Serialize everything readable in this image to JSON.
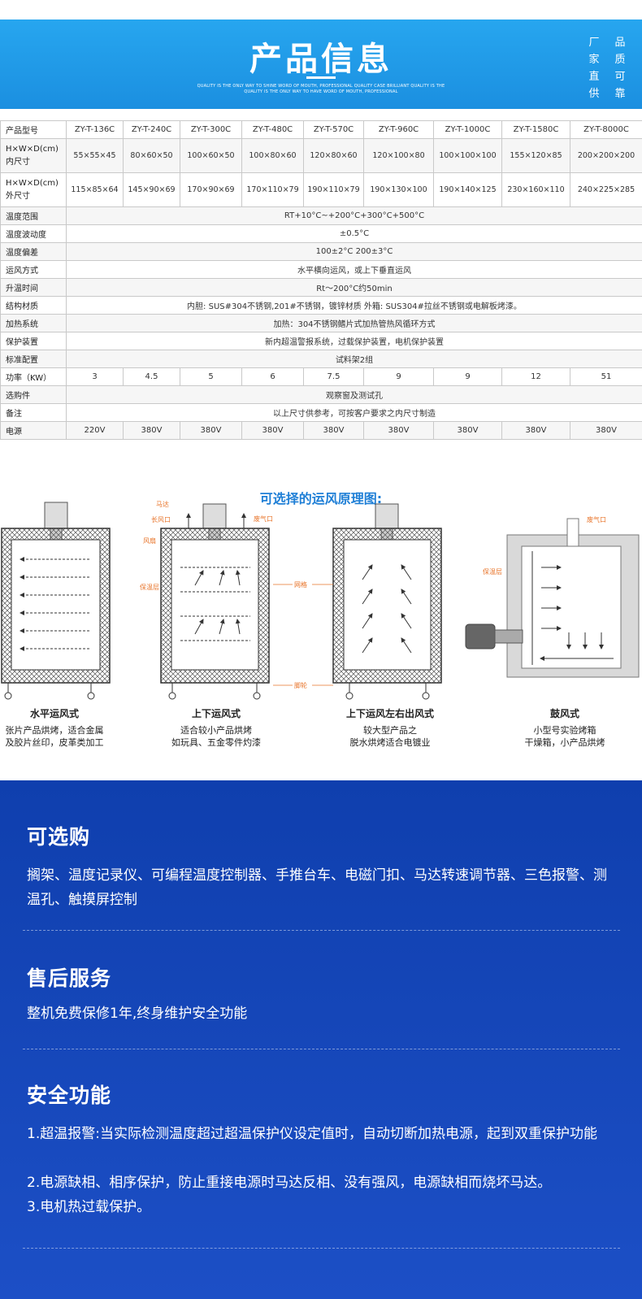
{
  "banner": {
    "title": "产品信息",
    "sub1": "QUALITY IS THE ONLY WAY TO SHINE WORD OF MOUTH, PROFESSIONAL QUALITY CASE BRILLIANT QUALITY IS THE",
    "sub2": "QUALITY IS THE ONLY WAY TO HAVE WORD OF MOUTH, PROFESSIONAL",
    "side_col1": [
      "厂",
      "家",
      "直",
      "供"
    ],
    "side_col2": [
      "品",
      "质",
      "可",
      "靠"
    ]
  },
  "spec": {
    "model_label": "产品型号",
    "models": [
      "ZY-T-136C",
      "ZY-T-240C",
      "ZY-T-300C",
      "ZY-T-480C",
      "ZY-T-570C",
      "ZY-T-960C",
      "ZY-T-1000C",
      "ZY-T-1580C",
      "ZY-T-8000C"
    ],
    "inner_label": "H×W×D(cm)\n内尺寸",
    "inner": [
      "55×55×45",
      "80×60×50",
      "100×60×50",
      "100×80×60",
      "120×80×60",
      "120×100×80",
      "100×100×100",
      "155×120×85",
      "200×200×200"
    ],
    "outer_label": "H×W×D(cm)\n外尺寸",
    "outer": [
      "115×85×64",
      "145×90×69",
      "170×90×69",
      "170×110×79",
      "190×110×79",
      "190×130×100",
      "190×140×125",
      "230×160×110",
      "240×225×285"
    ],
    "rows": [
      {
        "label": "温度范围",
        "value": "RT+10°C~+200°C+300°C+500°C"
      },
      {
        "label": "温度波动度",
        "value": "±0.5°C"
      },
      {
        "label": "温度偏差",
        "value": "100±2°C   200±3°C"
      },
      {
        "label": "运风方式",
        "value": "水平横向运风，或上下垂直运风"
      },
      {
        "label": "升温时间",
        "value": "Rt～200°C约50min"
      },
      {
        "label": "结构材质",
        "value": "内胆: SUS#304不锈钢,201#不锈钢，镀锌材质      外箱: SUS304#拉丝不锈钢或电解板烤漆。"
      },
      {
        "label": "加热系统",
        "value": "加热：304不锈钢鳍片式加热管热风循环方式"
      },
      {
        "label": "保护装置",
        "value": "新内超温警报系统，过载保护装置，电机保护装置"
      },
      {
        "label": "标准配置",
        "value": "试料架2组"
      }
    ],
    "power_label": "功率（KW）",
    "power": [
      "3",
      "4.5",
      "5",
      "6",
      "7.5",
      "9",
      "9",
      "12",
      "51"
    ],
    "rows2": [
      {
        "label": "选购件",
        "value": "观察窗及测试孔"
      },
      {
        "label": "备注",
        "value": "以上尺寸供参考，可按客户要求之内尺寸制造"
      }
    ],
    "voltage_label": "电源",
    "voltage": [
      "220V",
      "380V",
      "380V",
      "380V",
      "380V",
      "380V",
      "380V",
      "380V",
      "380V"
    ]
  },
  "diagram": {
    "title": "可选择的运风原理图:",
    "labels": {
      "motor": "马达",
      "long_port": "长风口",
      "exhaust": "废气口",
      "fan": "风扇",
      "insulation": "保温层",
      "mesh": "网格",
      "wheel": "脚轮",
      "exhaust2": "废气口",
      "insulation2": "保温层"
    },
    "captions": [
      {
        "title": "水平运风式",
        "line1": "张片产品烘烤，适合金属",
        "line2": "及胶片丝印，皮革类加工"
      },
      {
        "title": "上下运风式",
        "line1": "适合较小产品烘烤",
        "line2": "如玩具、五金零件灼漆"
      },
      {
        "title": "上下运风左右出风式",
        "line1": "较大型产品之",
        "line2": "脱水烘烤适合电镀业"
      },
      {
        "title": "鼓风式",
        "line1": "小型号实验烤箱",
        "line2": "干燥箱，小产品烘烤"
      }
    ]
  },
  "info": {
    "optional_title": "可选购",
    "optional_text": "搁架、温度记录仪、可编程温度控制器、手推台车、电磁门扣、马达转速调节器、三色报警、测温孔、触摸屏控制",
    "service_title": "售后服务",
    "service_text": "整机免费保修1年,终身维护安全功能",
    "safety_title": "安全功能",
    "safety_items": [
      "1.超温报警:当实际检测温度超过超温保护仪设定值时，自动切断加热电源，起到双重保护功能",
      "2.电源缺相、相序保护，防止重接电源时马达反相、没有强风，电源缺相而烧坏马达。",
      "3.电机热过载保护。"
    ]
  },
  "colors": {
    "banner_blue": "#1f9be8",
    "info_blue": "#1546b8",
    "diagram_title": "#1f7fd6",
    "label_orange": "#e8742a"
  }
}
